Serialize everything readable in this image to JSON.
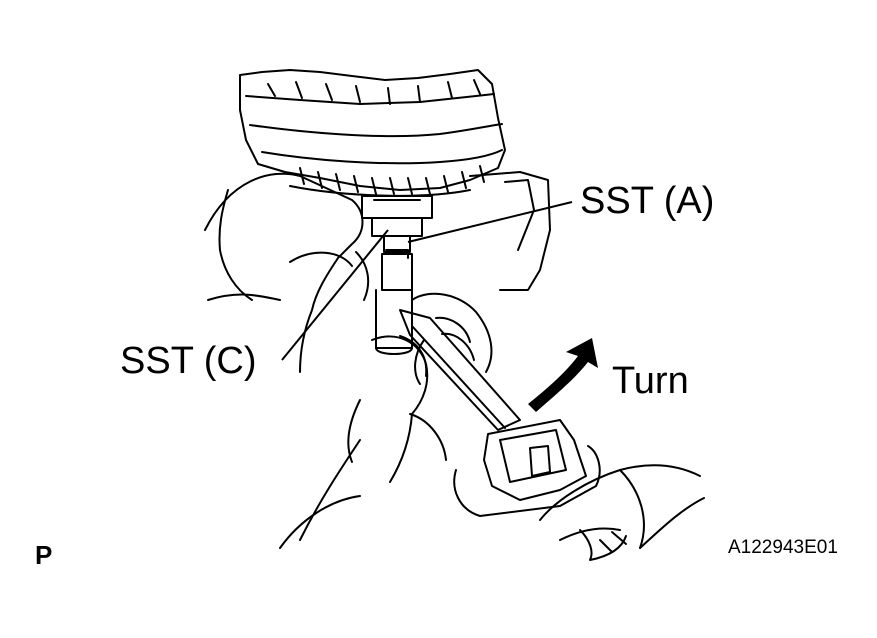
{
  "labels": {
    "sst_a": "SST (A)",
    "sst_c": "SST (C)",
    "turn": "Turn",
    "page_marker": "P",
    "figure_code": "A122943E01"
  },
  "icons": {
    "turn_arrow": "curved-arrow-icon"
  },
  "colors": {
    "line": "#000000",
    "background": "#ffffff",
    "arrow_fill": "#000000"
  }
}
